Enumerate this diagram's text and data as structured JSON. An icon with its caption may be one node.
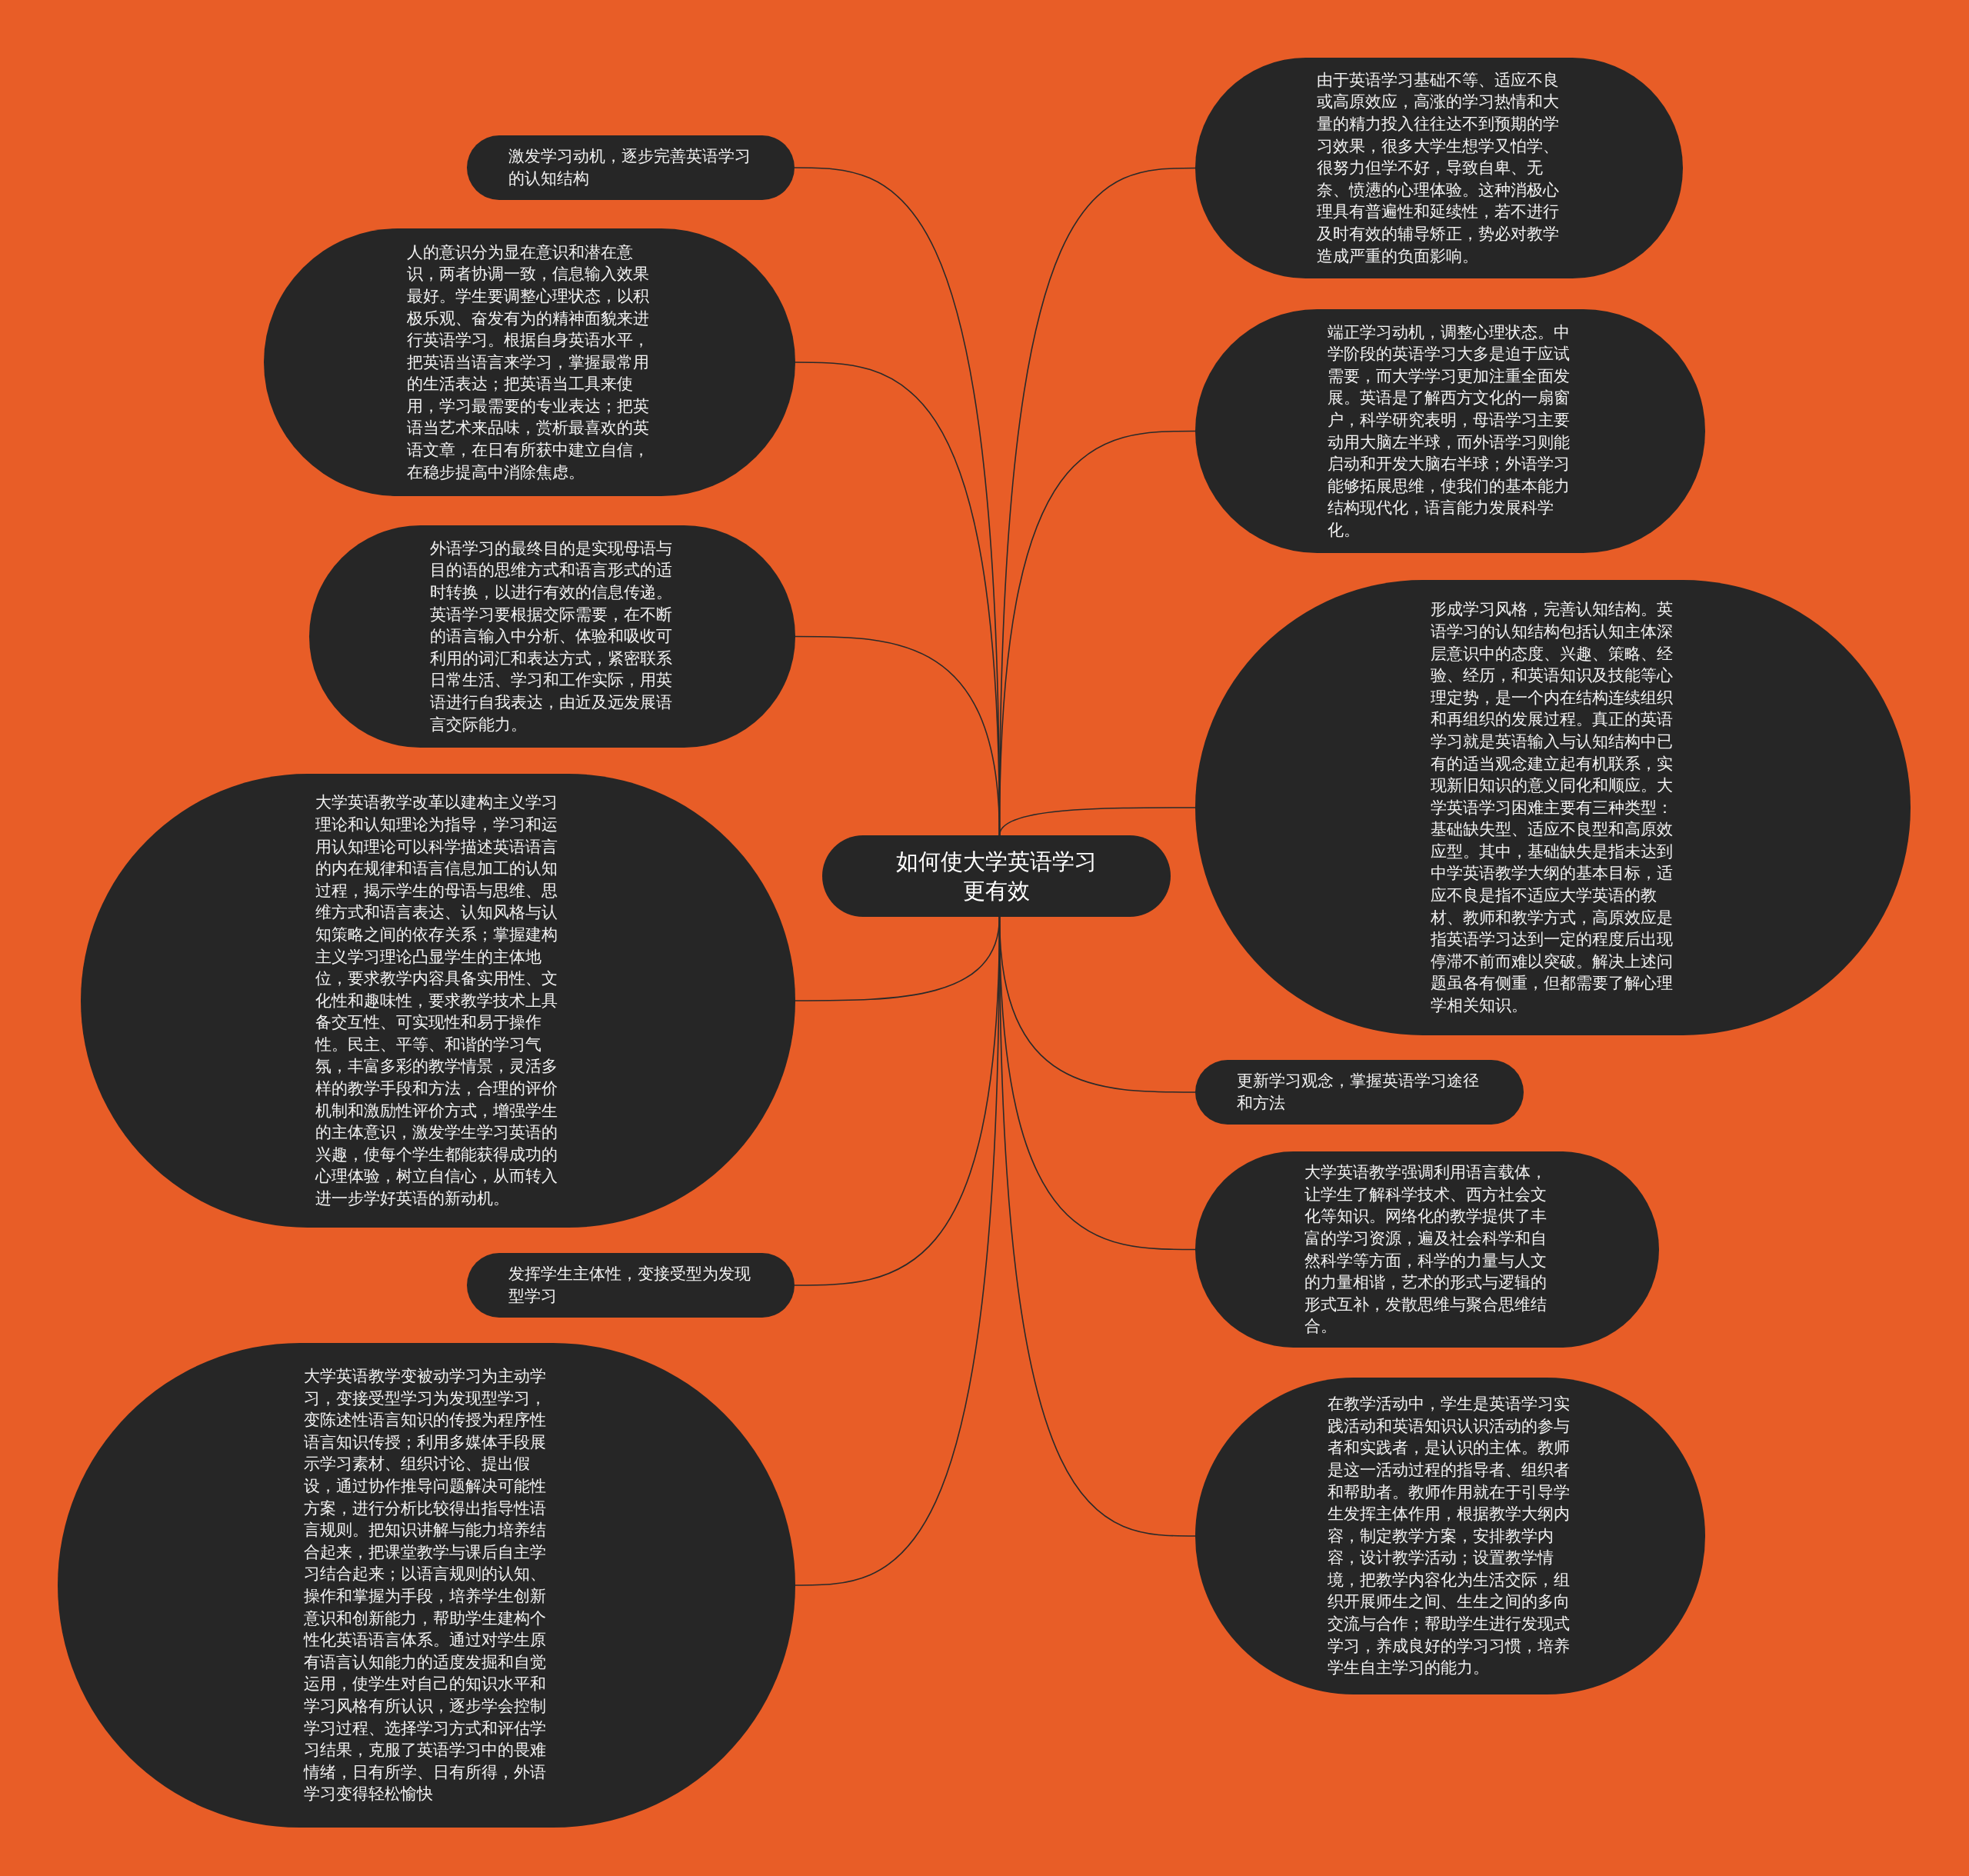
{
  "diagram": {
    "nodes": [
      {
        "text": [
          "如何使大学英语学习更有效"
        ]
      },
      {
        "text": [
          "激发学习动机，逐步完善英语学习的认知结构"
        ]
      },
      {
        "text": [
          "人的意识分为显在意识和潜在意识，两者协调一致，信息输入效果最好。学生要调整心理状态，以积极乐观、奋发有为的精神面貌来进行英语学习。根据自身英语水平，把英语当语言来学习，掌握最常用的生活表达；把英语当工具来使用，学习最需要的专业表达；把英语当艺术来品味，赏析最喜欢的英语文章，在日有所获中建立自信，在稳步提高中消除焦虑。"
        ]
      },
      {
        "text": [
          "外语学习的最终目的是实现母语与目的语的思维方式和语言形式的适时转换，以进行有效的信息传递。英语学习要根据交际需要，在不断的语言输入中分析、体验和吸收可利用的词汇和表达方式，紧密联系日常生活、学习和工作实际，用英语进行自我表达，由近及远发展语言交际能力。"
        ]
      },
      {
        "text": [
          "大学英语教学改革以建构主义学习理论和认知理论为指导，学习和运用认知理论可以科学描述英语语言的内在规律和语言信息加工的认知过程，揭示学生的母语与思维、思维方式和语言表达、认知风格与认知策略之间的依存关系；掌握建构主义学习理论凸显学生的主体地位，要求教学内容具备实用性、文化性和趣味性，要求教学技术上具备交互性、可实现性和易于操作性。民主、平等、和谐的学习气氛，丰富多彩的教学情景，灵活多样的教学手段和方法，合理的评价机制和激励性评价方式，增强学生的主体意识，激发学生学习英语的兴趣，使每个学生都能获得成功的心理体验，树立自信心，从而转入进一步学好英语的新动机。"
        ]
      },
      {
        "text": [
          "发挥学生主体性，变接受型为发现型学习"
        ]
      },
      {
        "text": [
          "大学英语教学变被动学习为主动学习，变接受型学习为发现型学习，变陈述性语言知识的传授为程序性语言知识传授；利用多媒体手段展示学习素材、组织讨论、提出假设，通过协作推导问题解决可能性方案，进行分析比较得出指导性语言规则。把知识讲解与能力培养结合起来，把课堂教学与课后自主学习结合起来；以语言规则的认知、操作和掌握为手段，培养学生创新意识和创新能力，帮助学生建构个性化英语语言体系。通过对学生原有语言认知能力的适度发掘和自觉运用，使学生对自己的知识水平和学习风格有所认识，逐步学会控制学习过程、选择学习方式和评估学习结果，克服了英语学习中的畏难情绪，日有所学、日有所得，外语学习变得轻松愉快"
        ]
      },
      {
        "text": [
          "由于英语学习基础不等、适应不良或高原效应，高涨的学习热情和大量的精力投入往往达不到预期的学习效果，很多大学生想学又怕学、很努力但学不好，导致自卑、无奈、愤懑的心理体验。这种消极心理具有普遍性和延续性，若不进行及时有效的辅导矫正，势必对教学造成严重的负面影响。"
        ]
      },
      {
        "text": [
          "端正学习动机，调整心理状态。中学阶段的英语学习大多是迫于应试需要，而大学学习更加注重全面发展。英语是了解西方文化的一扇窗户，科学研究表明，母语学习主要动用大脑左半球，而外语学习则能启动和开发大脑右半球；外语学习能够拓展思维，使我们的基本能力结构现代化，语言能力发展科学化。"
        ]
      },
      {
        "text": [
          "形成学习风格，完善认知结构。英语学习的认知结构包括认知主体深层意识中的态度、兴趣、策略、经验、经历，和英语知识及技能等心理定势，是一个内在结构连续组织和再组织的发展过程。真正的英语学习就是英语输入与认知结构中已有的适当观念建立起有机联系，实现新旧知识的意义同化和顺应。大学英语学习困难主要有三种类型：基础缺失型、适应不良型和高原效应型。其中，基础缺失是指未达到中学英语教学大纲的基本目标，适应不良是指不适应大学英语的教材、教师和教学方式，高原效应是指英语学习达到一定的程度后出现停滞不前而难以突破。解决上述问题虽各有侧重，但都需要了解心理学相关知识。"
        ]
      },
      {
        "text": [
          "更新学习观念，掌握英语学习途径和方法"
        ]
      },
      {
        "text": [
          "大学英语教学强调利用语言载体，让学生了解科学技术、西方社会文化等知识。网络化的教学提供了丰富的学习资源，遍及社会科学和自然科学等方面，科学的力量与人文的力量相谐，艺术的形式与逻辑的形式互补，发散思维与聚合思维结合。"
        ]
      },
      {
        "text": [
          "在教学活动中，学生是英语学习实践活动和英语知识认识活动的参与者和实践者，是认识的主体。教师是这一活动过程的指导者、组织者和帮助者。教师作用就在于引导学生发挥主体作用，根据教学大纲内容，制定教学方案，安排教学内容，设计教学活动；设置教学情境，把教学内容化为生活交际，组织开展师生之间、生生之间的多向交流与合作；帮助学生进行发现式学习，养成良好的学习习惯，培养学生自主学习的能力。"
        ]
      }
    ],
    "edges": [
      {
        "from": 0,
        "to": 1,
        "arrow": "none"
      },
      {
        "from": 0,
        "to": 2,
        "arrow": "none"
      },
      {
        "from": 0,
        "to": 3,
        "arrow": "none"
      },
      {
        "from": 0,
        "to": 4,
        "arrow": "none"
      },
      {
        "from": 0,
        "to": 5,
        "arrow": "none"
      },
      {
        "from": 0,
        "to": 6,
        "arrow": "none"
      },
      {
        "from": 0,
        "to": 7,
        "arrow": "none"
      },
      {
        "from": 0,
        "to": 8,
        "arrow": "none"
      },
      {
        "from": 0,
        "to": 9,
        "arrow": "none"
      },
      {
        "from": 0,
        "to": 10,
        "arrow": "none"
      },
      {
        "from": 0,
        "to": 11,
        "arrow": "none"
      },
      {
        "from": 0,
        "to": 12,
        "arrow": "none"
      }
    ]
  }
}
